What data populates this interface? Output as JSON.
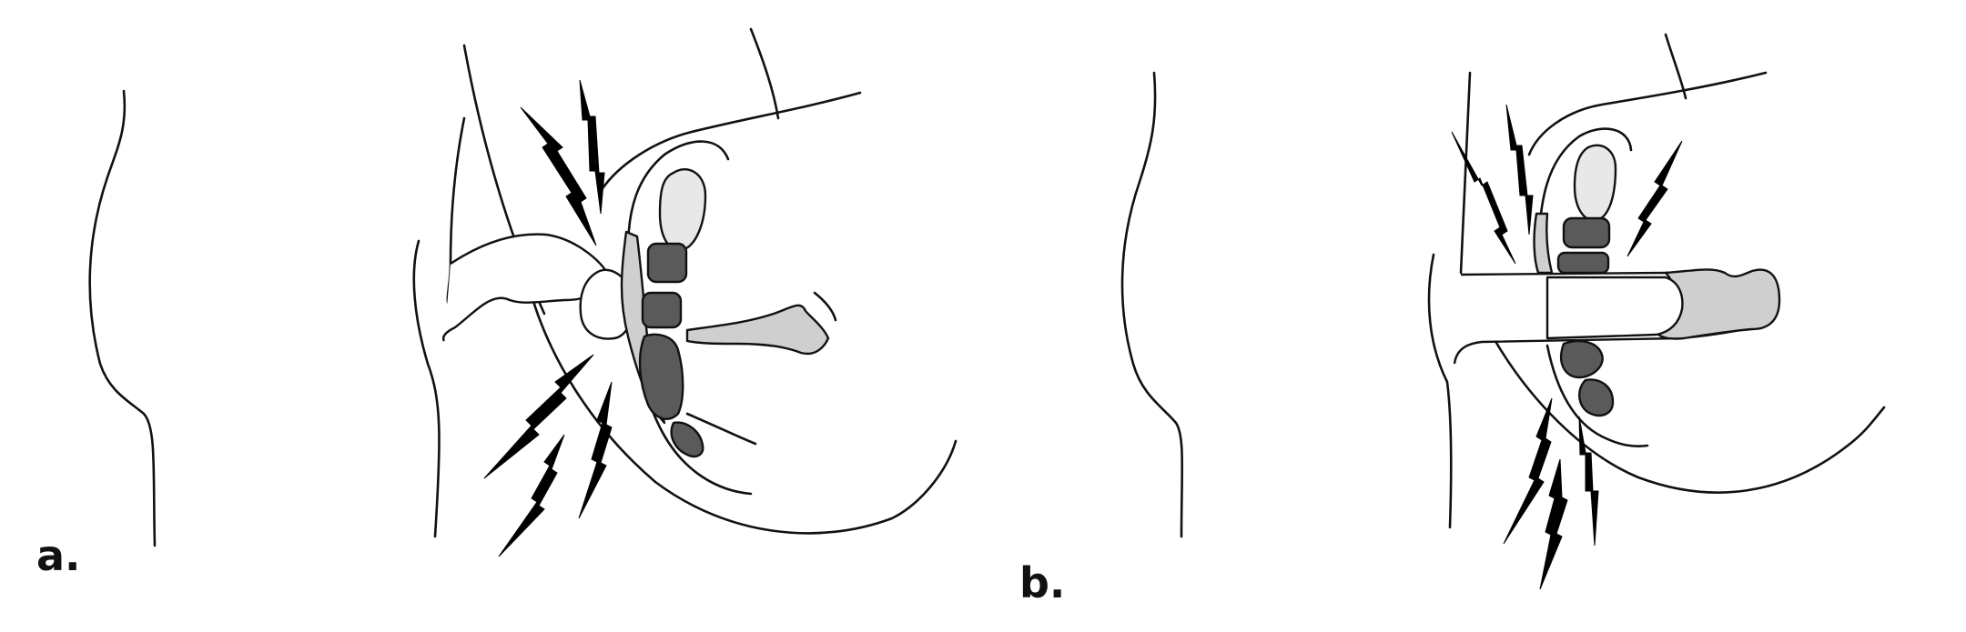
{
  "panels": [
    {
      "id": "a",
      "label": "a."
    },
    {
      "id": "b",
      "label": "b."
    }
  ],
  "colors": {
    "line": "#111111",
    "tissue_light": "#cfcfcf",
    "tissue_lighter": "#e8e8e8",
    "tissue_dark": "#5a5a5a",
    "pain_bolt": "#000000",
    "background": "#ffffff"
  },
  "icons": [
    "pain-lightning-bolt-icon"
  ]
}
